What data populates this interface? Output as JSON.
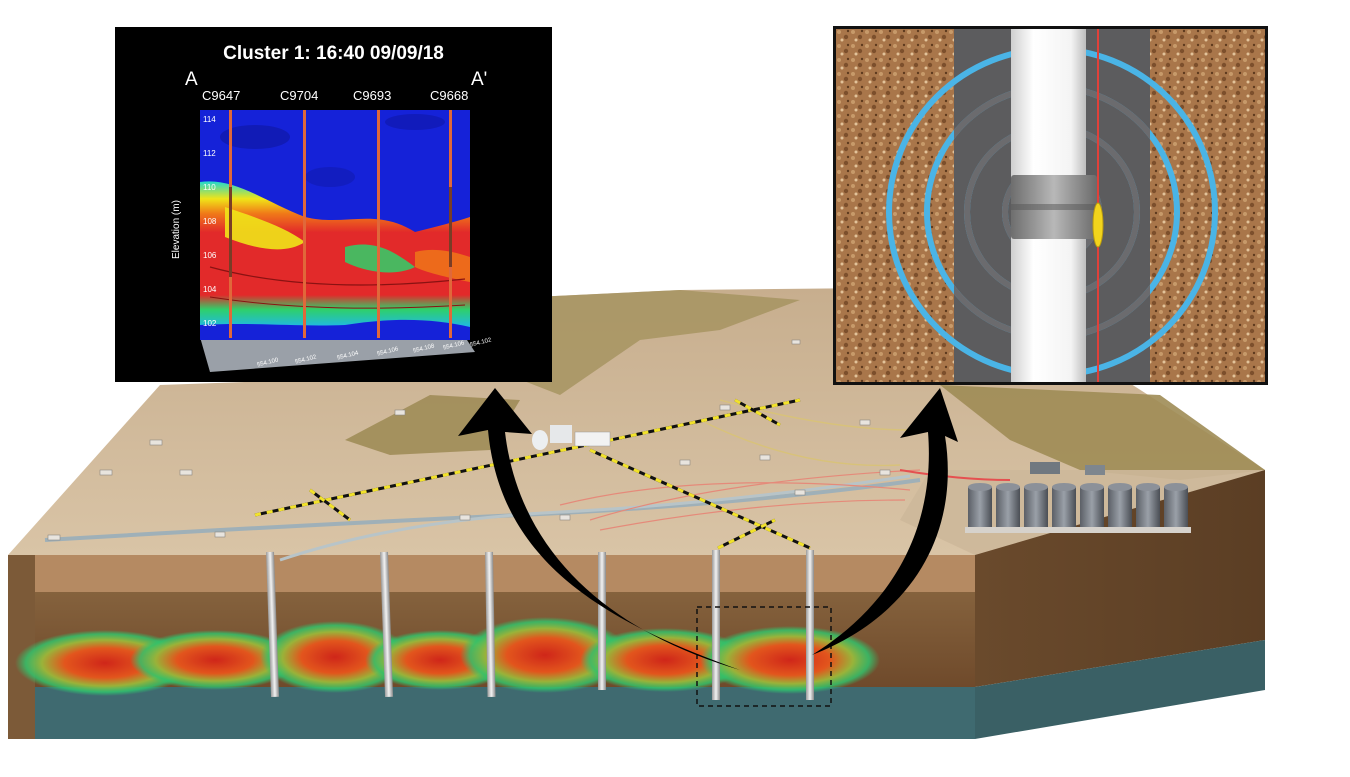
{
  "section_plot": {
    "title": "Cluster 1:  16:40  09/09/18",
    "section_start": "A",
    "section_end": "A'",
    "wells": [
      "C9647",
      "C9704",
      "C9693",
      "C9668"
    ],
    "ylabel": "Elevation (m)",
    "yticks": [
      "114",
      "112",
      "110",
      "108",
      "106",
      "104",
      "102"
    ],
    "xticks": [
      "554.100",
      "554.102",
      "554.104",
      "554.106",
      "554.108",
      "554.106",
      "554.102"
    ]
  },
  "colors": {
    "plume_hot": "#d42418",
    "plume_warm": "#f0641e",
    "plume_edge": "#2fc86e",
    "background_water": "#1522d8",
    "sensor_ring": "#4ab4e6",
    "arrow": "#000000"
  },
  "icons": [
    "curved-arrow-left",
    "curved-arrow-right",
    "storage-tank",
    "well-casing",
    "packer-sensor"
  ]
}
